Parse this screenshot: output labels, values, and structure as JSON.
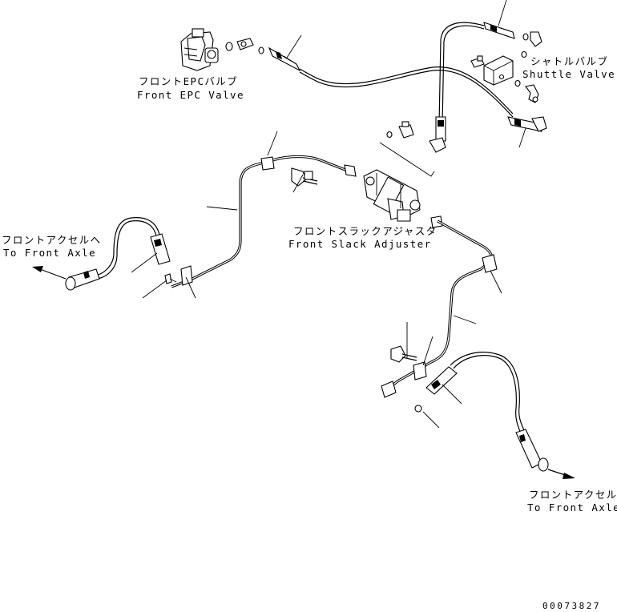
{
  "labels": {
    "front_epc_valve_jp": "フロントEPCバルブ",
    "front_epc_valve_en": "Front EPC Valve",
    "shuttle_valve_jp": "シャトルバルブ",
    "shuttle_valve_en": "Shuttle Valve",
    "front_slack_adjuster_jp": "フロントスラックアジャスタ",
    "front_slack_adjuster_en": "Front Slack Adjuster",
    "to_front_axle_left_jp": "フロントアクセルへ",
    "to_front_axle_left_en": "To Front Axle",
    "to_front_axle_right_jp": "フロントアクセルへ",
    "to_front_axle_right_en": "To Front Axle"
  },
  "drawing_number": "00073827",
  "colors": {
    "ink": "#000000",
    "paper": "#ffffff"
  }
}
